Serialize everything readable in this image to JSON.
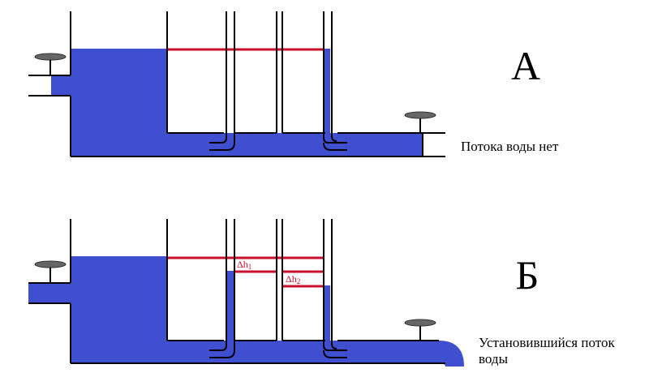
{
  "panel_a": {
    "letter": "А",
    "caption": "Потока воды нет"
  },
  "panel_b": {
    "letter": "Б",
    "caption_line1": "Установившийся поток",
    "caption_line2": "воды",
    "delta1_symbol": "Δh",
    "delta1_index": "1",
    "delta2_symbol": "Δh",
    "delta2_index": "2"
  },
  "colors": {
    "water": "#3f4fd0",
    "level_line": "#c8102e",
    "wall": "#000000",
    "valve": "#666666"
  }
}
